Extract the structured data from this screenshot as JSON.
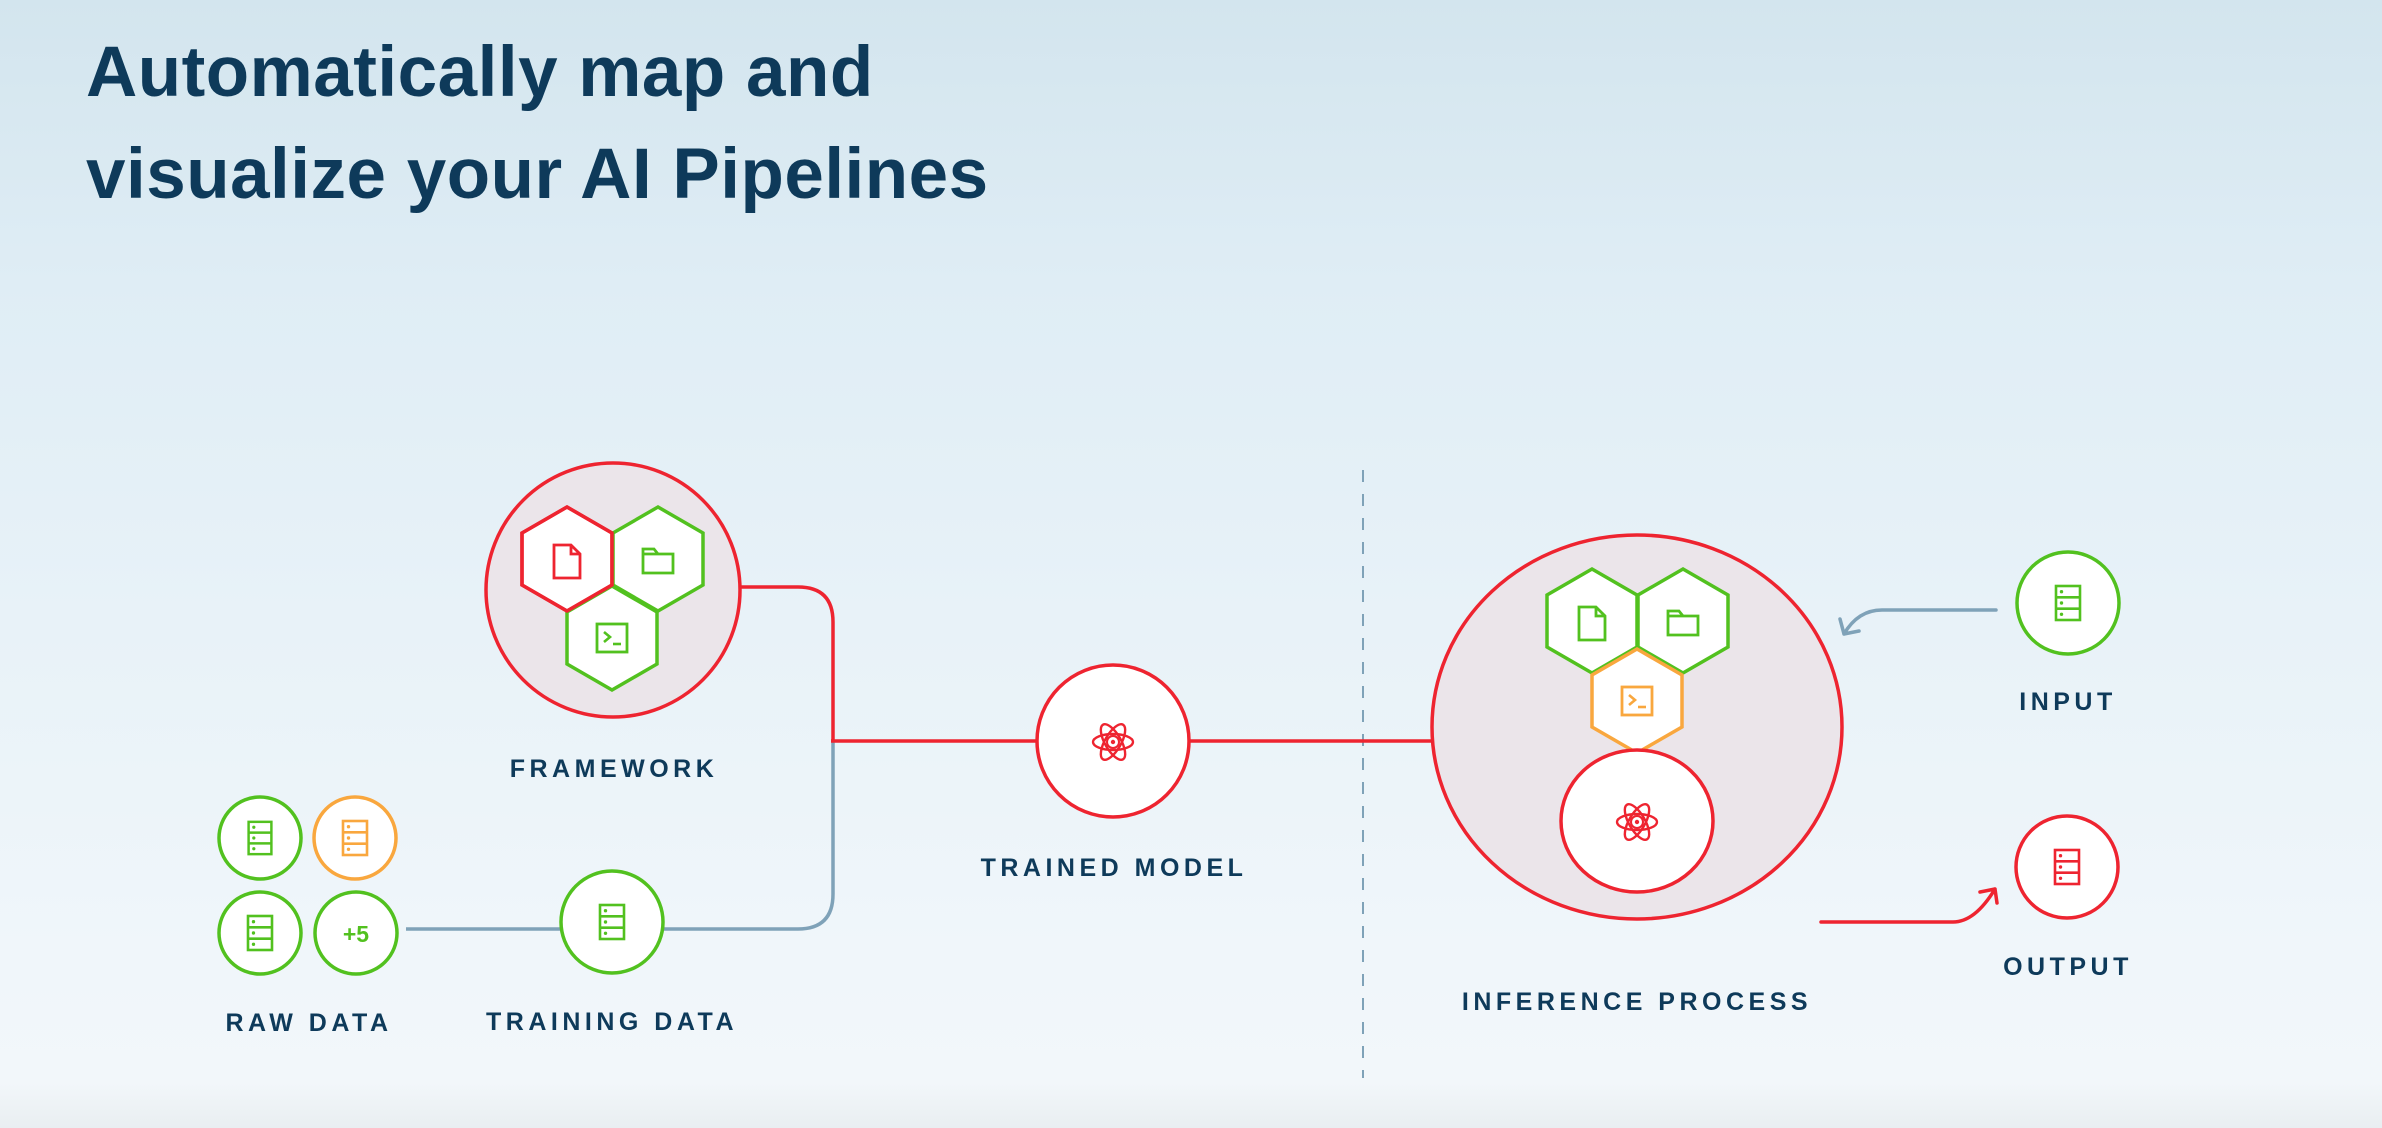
{
  "header": {
    "title_line1": "Automatically map and",
    "title_line2": "visualize your AI Pipelines"
  },
  "colors": {
    "title": "#0e3a5a",
    "red": "#ee2430",
    "green": "#52c11f",
    "orange": "#f9a73e",
    "connector_gray": "#7fa2b8",
    "group_fill": "#ebe5ea",
    "node_fill": "#ffffff"
  },
  "nodes": {
    "framework": {
      "label": "FRAMEWORK",
      "hexes": [
        {
          "icon": "file-icon",
          "color": "red"
        },
        {
          "icon": "folder-icon",
          "color": "green"
        },
        {
          "icon": "terminal-icon",
          "color": "green"
        }
      ]
    },
    "raw_data": {
      "label": "RAW DATA",
      "items": [
        {
          "icon": "database-icon",
          "color": "green"
        },
        {
          "icon": "database-icon",
          "color": "orange"
        },
        {
          "icon": "database-icon",
          "color": "green"
        },
        {
          "text": "+5",
          "color": "green"
        }
      ]
    },
    "training_data": {
      "label": "TRAINING DATA",
      "icon": "database-icon",
      "color": "green"
    },
    "trained_model": {
      "label": "TRAINED MODEL",
      "icon": "atom-icon",
      "color": "red"
    },
    "inference_process": {
      "label": "INFERENCE PROCESS",
      "hexes": [
        {
          "icon": "file-icon",
          "color": "green"
        },
        {
          "icon": "folder-icon",
          "color": "green"
        },
        {
          "icon": "terminal-icon",
          "color": "orange"
        }
      ],
      "inner_icon": "atom-icon"
    },
    "input": {
      "label": "INPUT",
      "icon": "database-icon",
      "color": "green"
    },
    "output": {
      "label": "OUTPUT",
      "icon": "database-icon",
      "color": "red"
    }
  }
}
